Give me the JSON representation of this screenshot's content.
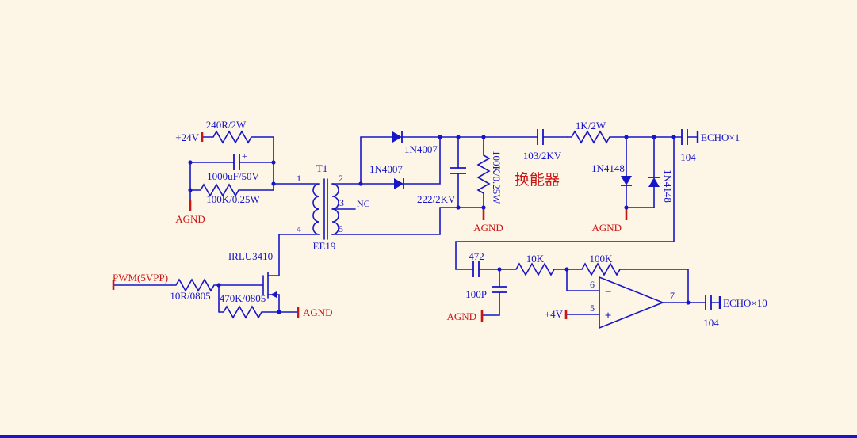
{
  "colors": {
    "background": "#fdf5e6",
    "wire_blue": "#1616c8",
    "label_red": "#cc1414"
  },
  "power": {
    "port": "+24V",
    "r_series": "240R/2W",
    "cap": "1000uF/50V",
    "cap_polarity": "+",
    "r_bleed": "100K/0.25W",
    "gnd": "AGND"
  },
  "pwm": {
    "port": "PWM(5VPP)",
    "r_gate": "10R/0805",
    "r_pulldown": "470K/0805",
    "gnd": "AGND",
    "mosfet": "IRLU3410"
  },
  "transformer": {
    "ref": "T1",
    "core": "EE19",
    "pin1": "1",
    "pin2": "2",
    "pin3": "3",
    "pin4": "4",
    "pin5": "5",
    "nc": "NC"
  },
  "rectifier": {
    "d_top": "1N4007",
    "d_bottom": "1N4007",
    "cap": "222/2KV",
    "r_load": "100K/0.25W",
    "transducer": "换能器",
    "gnd": "AGND"
  },
  "echo1": {
    "cap_couple": "103/2KV",
    "r_series": "1K/2W",
    "d_left": "1N4148",
    "d_right": "1N4148",
    "gnd": "AGND",
    "cap_out": "104",
    "port": "ECHO×1"
  },
  "amp": {
    "cap_in": "472",
    "cap_filter": "100P",
    "gnd_filter": "AGND",
    "r_in": "10K",
    "r_fb": "100K",
    "pin_inv": "6",
    "pin_noninv": "5",
    "pin_out": "7",
    "bias": "+4V",
    "minus": "−",
    "plus": "+",
    "cap_out": "104",
    "port": "ECHO×10"
  }
}
